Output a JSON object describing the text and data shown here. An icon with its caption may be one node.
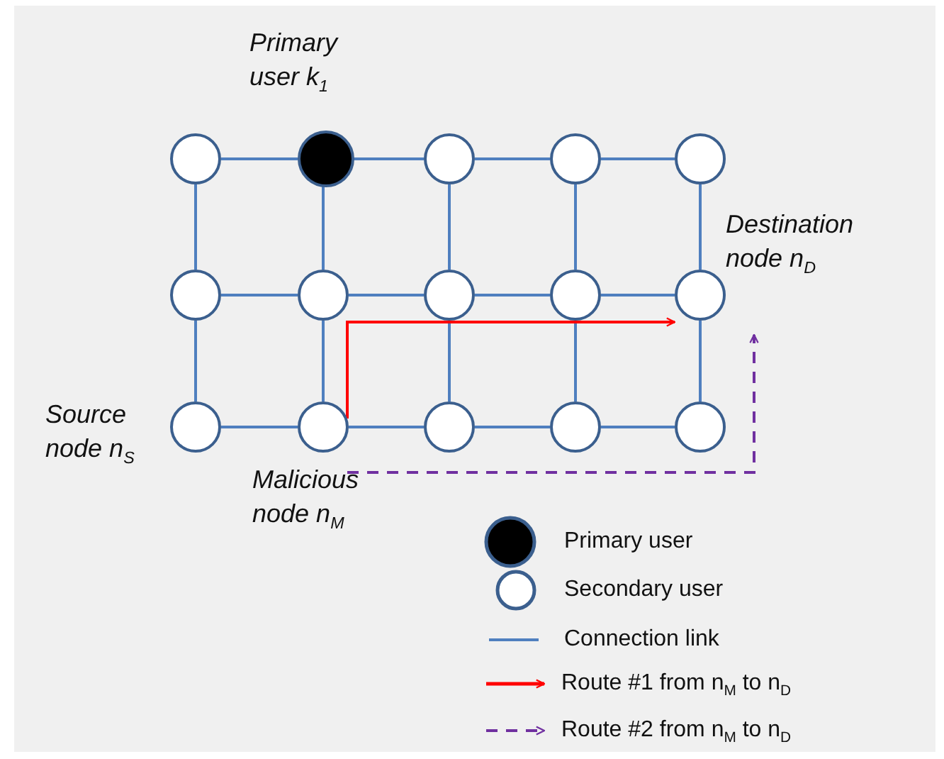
{
  "diagram": {
    "nodes": [
      {
        "text": [],
        "shape": "circle"
      },
      {
        "text": [],
        "shape": "disc",
        "beside": [
          "Primary user k$_{1}$"
        ]
      },
      {
        "text": [],
        "shape": "circle"
      },
      {
        "text": [],
        "shape": "circle"
      },
      {
        "text": [],
        "shape": "circle"
      },
      {
        "text": [],
        "shape": "circle"
      },
      {
        "text": [],
        "shape": "circle"
      },
      {
        "text": [],
        "shape": "circle"
      },
      {
        "text": [],
        "shape": "circle"
      },
      {
        "text": [],
        "shape": "circle",
        "beside": [
          "Destination node n$_{D}$"
        ]
      },
      {
        "text": [],
        "shape": "circle",
        "beside": [
          "Source node n$_{S}$"
        ]
      },
      {
        "text": [],
        "shape": "circle",
        "beside": [
          "Malicious node n$_{M}$"
        ]
      },
      {
        "text": [],
        "shape": "circle"
      },
      {
        "text": [],
        "shape": "circle"
      },
      {
        "text": [],
        "shape": "circle"
      }
    ],
    "edges": [
      {
        "from": 0,
        "to": 1,
        "arrow": "none"
      },
      {
        "from": 1,
        "to": 2,
        "arrow": "none"
      },
      {
        "from": 2,
        "to": 3,
        "arrow": "none"
      },
      {
        "from": 3,
        "to": 4,
        "arrow": "none"
      },
      {
        "from": 5,
        "to": 6,
        "arrow": "none"
      },
      {
        "from": 6,
        "to": 7,
        "arrow": "none"
      },
      {
        "from": 7,
        "to": 8,
        "arrow": "none"
      },
      {
        "from": 8,
        "to": 9,
        "arrow": "none"
      },
      {
        "from": 10,
        "to": 11,
        "arrow": "none"
      },
      {
        "from": 11,
        "to": 12,
        "arrow": "none"
      },
      {
        "from": 12,
        "to": 13,
        "arrow": "none"
      },
      {
        "from": 13,
        "to": 14,
        "arrow": "none"
      },
      {
        "from": 0,
        "to": 5,
        "arrow": "none"
      },
      {
        "from": 1,
        "to": 6,
        "arrow": "none"
      },
      {
        "from": 2,
        "to": 7,
        "arrow": "none"
      },
      {
        "from": 3,
        "to": 8,
        "arrow": "none"
      },
      {
        "from": 4,
        "to": 9,
        "arrow": "none"
      },
      {
        "from": 5,
        "to": 10,
        "arrow": "none"
      },
      {
        "from": 6,
        "to": 11,
        "arrow": "none"
      },
      {
        "from": 7,
        "to": 12,
        "arrow": "none"
      },
      {
        "from": 8,
        "to": 13,
        "arrow": "none"
      },
      {
        "from": 9,
        "to": 14,
        "arrow": "none"
      },
      {
        "from": 11,
        "to": 9,
        "arrow": "to",
        "color": "#ff0000"
      },
      {
        "from": 11,
        "to": 9,
        "arrow": "to",
        "style": "dashed",
        "color": "#7030a0"
      }
    ],
    "legend": [
      {
        "text": "Primary user"
      },
      {
        "text": "Secondary user"
      },
      {
        "text": "Connection link"
      },
      {
        "text": "Route #1 from n$_{M}$ to n$_{D}$"
      },
      {
        "text": "Route #2 from n$_{M}$ to n$_{D}$"
      }
    ]
  }
}
